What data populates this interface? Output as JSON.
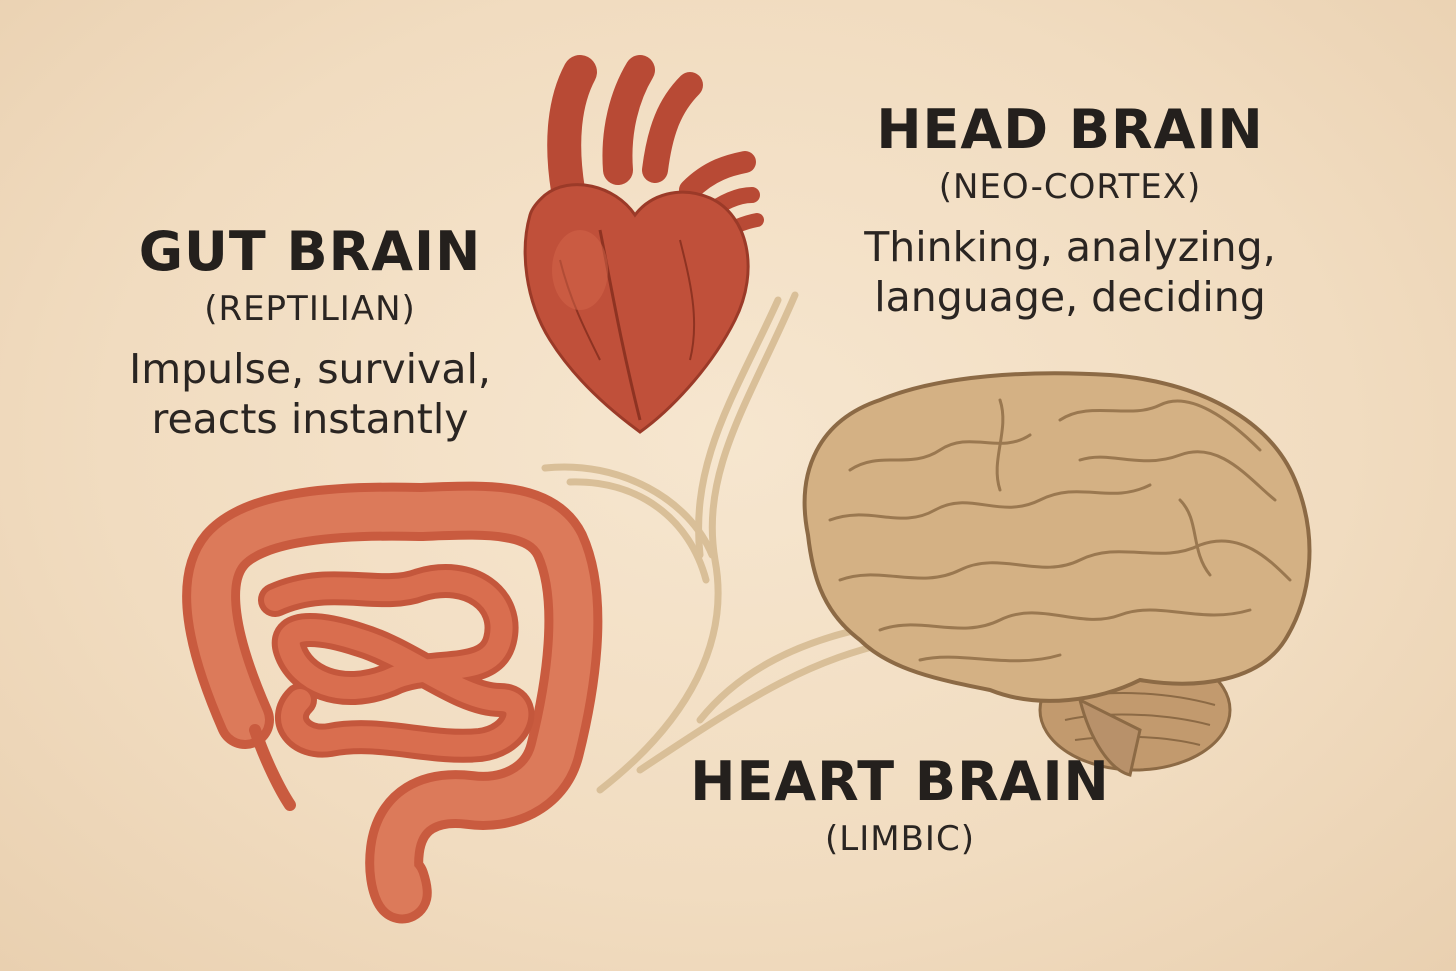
{
  "gut": {
    "title": "GUT BRAIN",
    "subtitle": "(REPTILIAN)",
    "desc_line1": "Impulse, survival,",
    "desc_line2": "reacts instantly"
  },
  "head": {
    "title": "HEAD BRAIN",
    "subtitle": "(NEO-CORTEX)",
    "desc_line1": "Thinking, analyzing,",
    "desc_line2": "language, deciding"
  },
  "heart": {
    "title": "HEART BRAIN",
    "subtitle": "(LIMBIC)"
  },
  "colors": {
    "background": "#f3e1c7",
    "heart": "#c0503a",
    "intestine": "#cd6346",
    "brain": "#d4b184",
    "connector": "#d9bf98",
    "text": "#262220"
  },
  "icons": [
    "heart-icon",
    "intestine-icon",
    "brain-icon",
    "connector-lines"
  ]
}
